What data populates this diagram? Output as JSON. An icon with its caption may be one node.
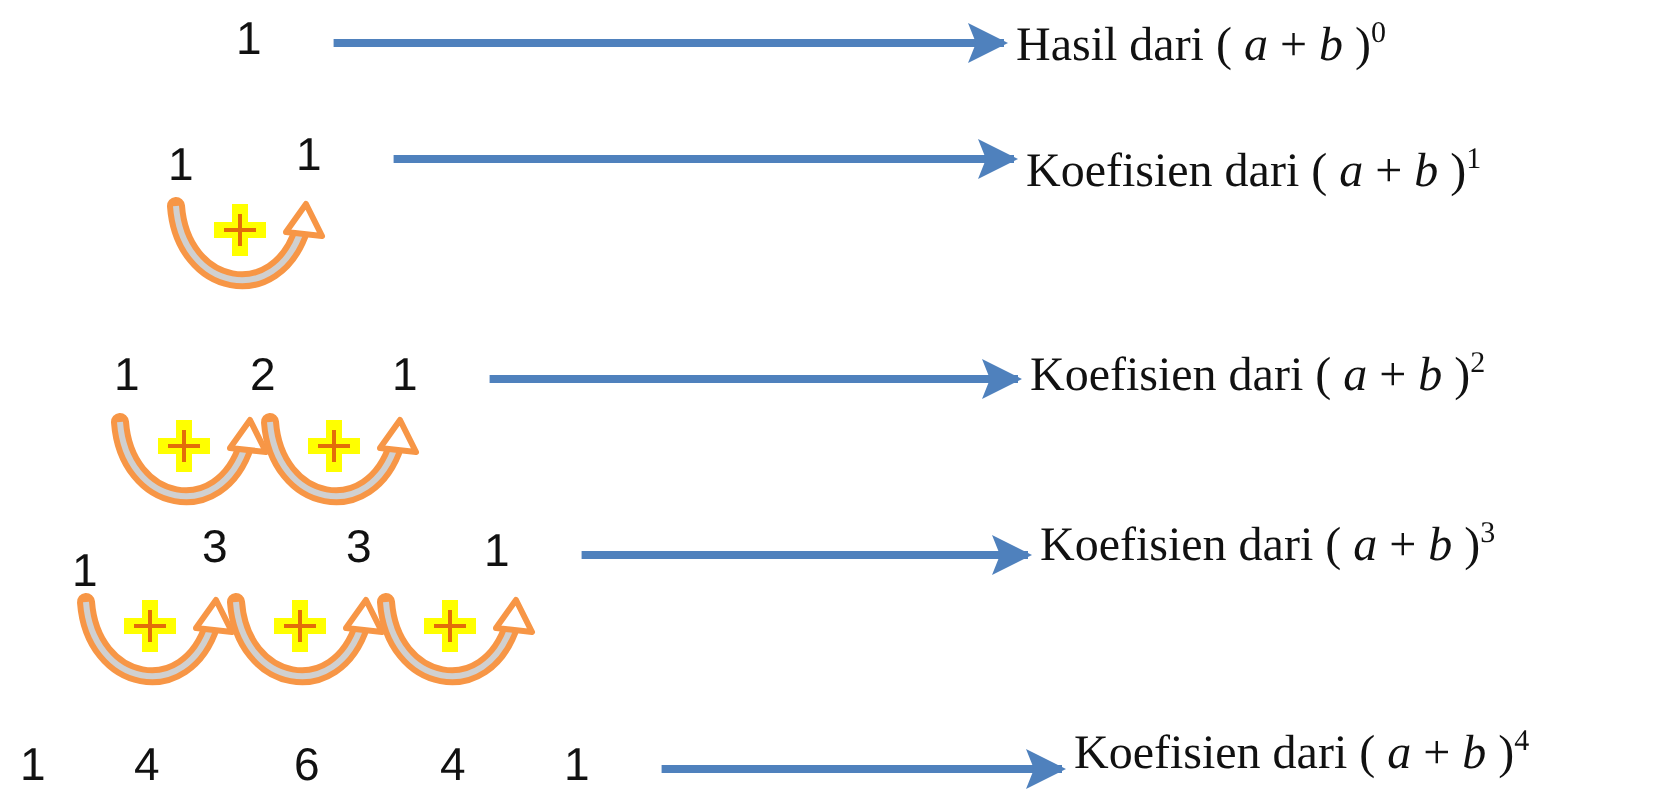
{
  "diagram": {
    "nodes": [
      {
        "text": [
          "1"
        ]
      },
      {
        "text": [
          "Hasil dari ( *a* + *b* )$^{0}$"
        ]
      },
      {
        "text": [
          "1"
        ]
      },
      {
        "text": [
          "Koefisien dari ( *a* + *b* )$^{1}$"
        ]
      },
      {
        "text": [
          "1"
        ]
      },
      {
        "text": [
          "Koefisien dari ( *a* + *b* )$^{2}$"
        ]
      },
      {
        "text": [
          "1"
        ]
      },
      {
        "text": [
          "Koefisien dari ( *a* + *b* )$^{3}$"
        ]
      },
      {
        "text": [
          "1"
        ]
      },
      {
        "text": [
          "Koefisien dari ( *a* + *b* )$^{4}$"
        ]
      }
    ],
    "edges": [
      {
        "from": 0,
        "to": 1,
        "arrow": "to"
      },
      {
        "from": 2,
        "to": 3,
        "arrow": "to"
      },
      {
        "from": 4,
        "to": 5,
        "arrow": "to"
      },
      {
        "from": 6,
        "to": 7,
        "arrow": "to"
      },
      {
        "from": 8,
        "to": 9,
        "arrow": "to"
      }
    ],
    "labels": [
      "1",
      "1",
      "2",
      "1",
      "3",
      "3",
      "1",
      "4",
      "6",
      "4"
    ]
  }
}
